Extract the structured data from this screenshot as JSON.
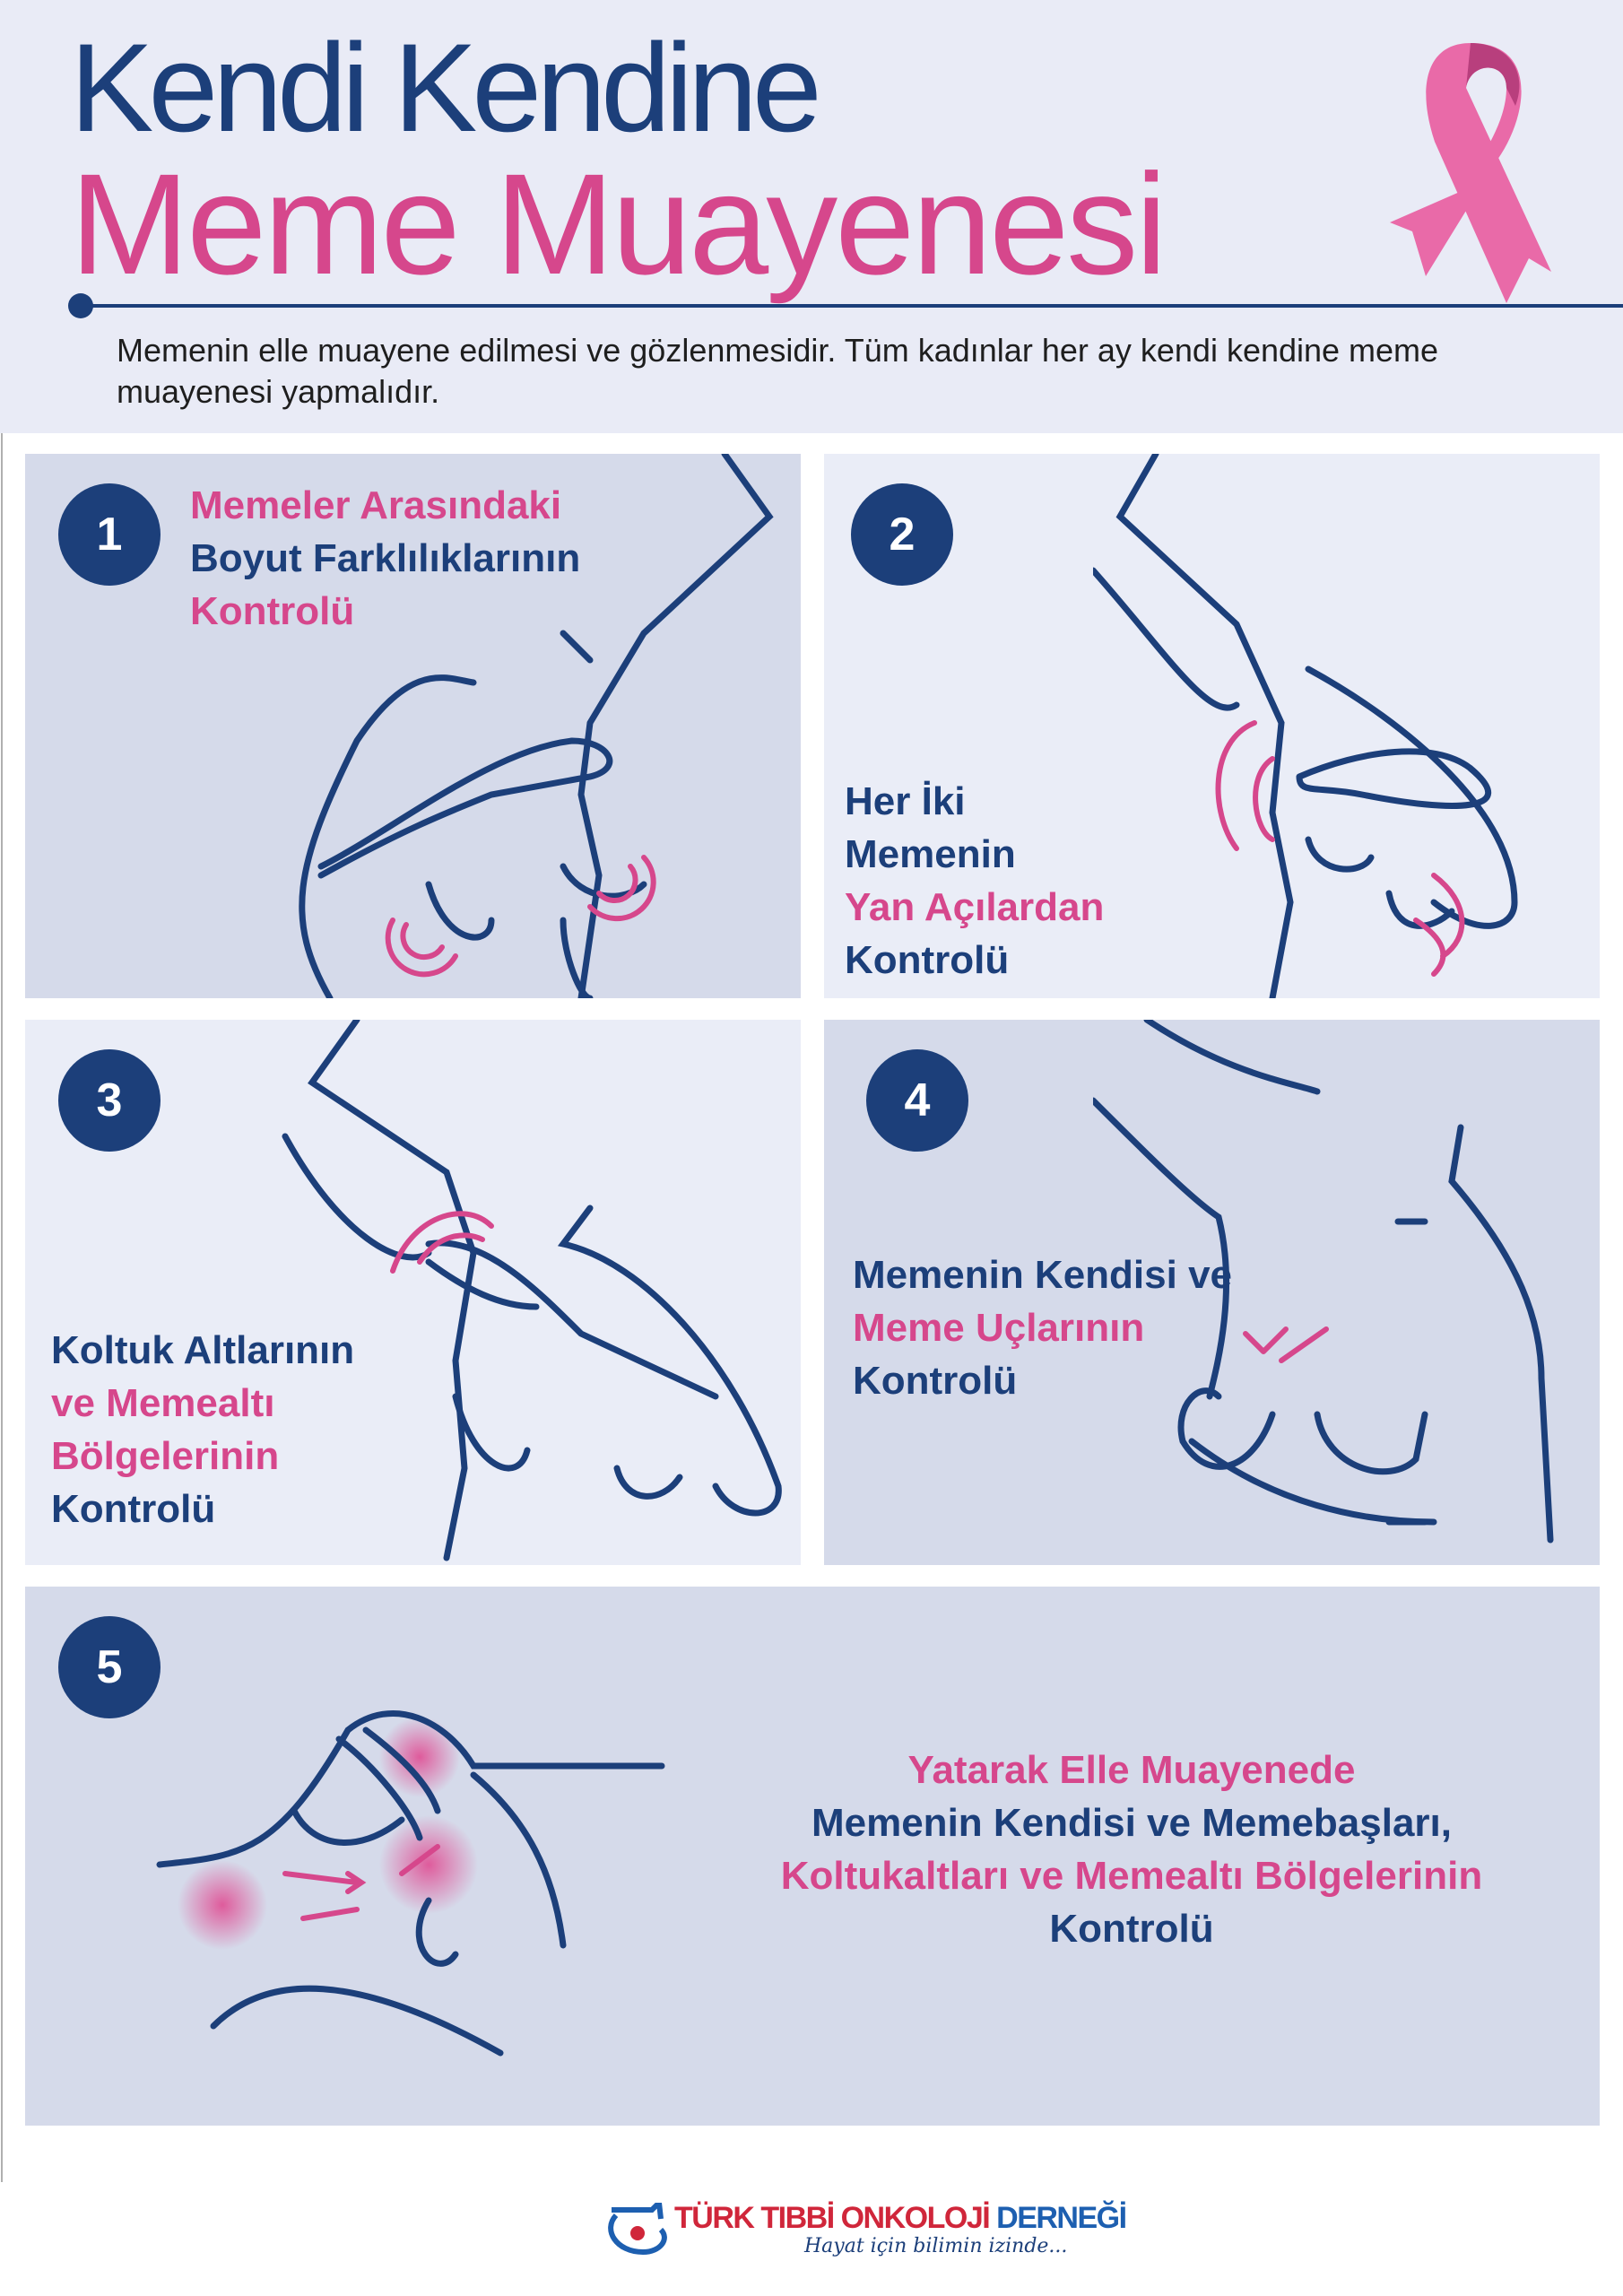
{
  "header": {
    "title_line1": "Kendi Kendine",
    "title_line2": "Meme Muayenesi",
    "description": "Memenin elle muayene edilmesi ve gözlenmesidir. Tüm kadınlar her ay kendi kendine meme muayenesi yapmalıdır."
  },
  "steps": [
    {
      "number": "1",
      "lines": [
        "Memeler Arasındaki",
        "Boyut Farklılıklarının",
        "Kontrolü"
      ]
    },
    {
      "number": "2",
      "lines": [
        "Her İki",
        "Memenin",
        "Yan Açılardan",
        "Kontrolü"
      ]
    },
    {
      "number": "3",
      "lines": [
        "Koltuk Altlarının",
        "ve Memealtı",
        "Bölgelerinin",
        "Kontrolü"
      ]
    },
    {
      "number": "4",
      "lines": [
        "Memenin Kendisi ve",
        "Meme Uçlarının",
        "Kontrolü"
      ]
    },
    {
      "number": "5",
      "lines": [
        "Yatarak Elle Muayenede",
        "Memenin Kendisi ve Memebaşları,",
        "Koltukaltları ve Memealtı Bölgelerinin",
        "Kontrolü"
      ]
    }
  ],
  "footer": {
    "org_part1": "TÜRK TIBBİ",
    "org_part2": "ONKOLOJİ",
    "org_part3": "DERNEĞİ",
    "slogan": "Hayat için bilimin izinde..."
  },
  "colors": {
    "navy": "#1c3f7a",
    "pink": "#d6478c",
    "panel_dark": "#d5daea",
    "panel_light": "#eaedf7"
  }
}
